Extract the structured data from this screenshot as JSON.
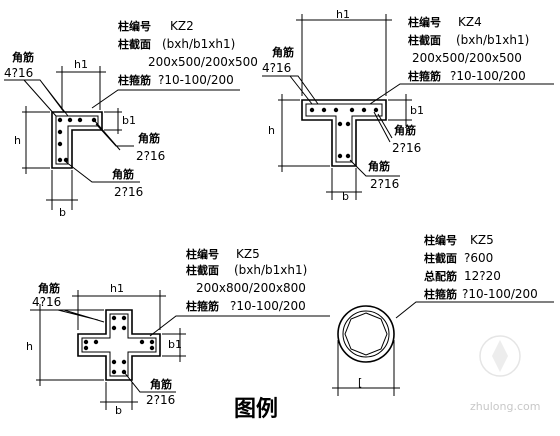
{
  "legend_title": "图例",
  "watermark": "zhulong.com",
  "kz2": {
    "label_no": "柱编号",
    "no": "KZ2",
    "label_section": "柱截面",
    "section_formula": "(bxh/b1xh1)",
    "section": "200x500/200x500",
    "label_stirrup": "柱箍筋",
    "stirrup": "?10-100/200",
    "corner_label_1": "角筋",
    "corner_bars_1": "4?16",
    "corner_label_2": "角筋",
    "corner_bars_2": "2?16",
    "corner_label_3": "角筋",
    "corner_bars_3": "2?16",
    "dim_h1": "h1",
    "dim_h": "h",
    "dim_b": "b",
    "dim_b1": "b1"
  },
  "kz4": {
    "label_no": "柱编号",
    "no": "KZ4",
    "label_section": "柱截面",
    "section_formula": "(bxh/b1xh1)",
    "section": "200x500/200x500",
    "label_stirrup": "柱箍筋",
    "stirrup": "?10-100/200",
    "corner_label_1": "角筋",
    "corner_bars_1": "4?16",
    "corner_label_2": "角筋",
    "corner_bars_2": "2?16",
    "corner_label_3": "角筋",
    "corner_bars_3": "2?16",
    "dim_h1": "h1",
    "dim_h": "h",
    "dim_b": "b",
    "dim_b1": "b1"
  },
  "kz5_cross": {
    "label_no": "柱编号",
    "no": "KZ5",
    "label_section": "柱截面",
    "section_formula": "(bxh/b1xh1)",
    "section": "200x800/200x800",
    "label_stirrup": "柱箍筋",
    "stirrup": "?10-100/200",
    "corner_label_1": "角筋",
    "corner_bars_1": "4?16",
    "corner_label_2": "角筋",
    "corner_bars_2": "2?16",
    "dim_h1": "h1",
    "dim_h": "h",
    "dim_b": "b",
    "dim_b1": "b1"
  },
  "kz5_round": {
    "label_no": "柱编号",
    "no": "KZ5",
    "label_section": "柱截面",
    "section": "?600",
    "label_main": "总配筋",
    "main_bars": "12?20",
    "label_stirrup": "柱箍筋",
    "stirrup": "?10-100/200",
    "dim_d": "[",
    "colors": {
      "ink": "#000000",
      "watermark": "#c8c8c8"
    }
  }
}
